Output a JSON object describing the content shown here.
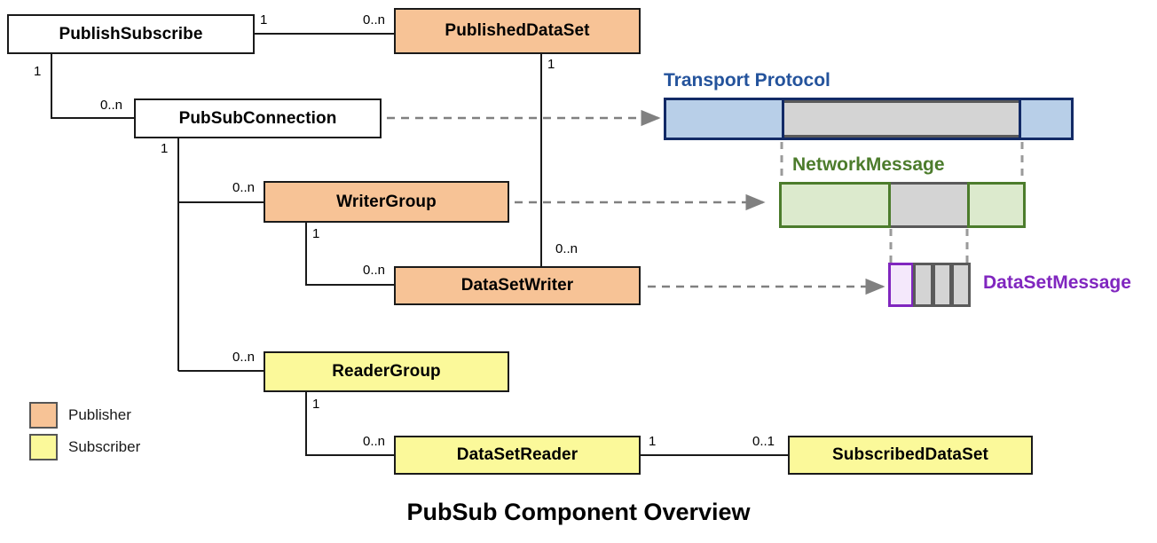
{
  "figure": {
    "title": "PubSub Component Overview"
  },
  "classes": {
    "publish_subscribe": "PublishSubscribe",
    "published_data_set": "PublishedDataSet",
    "pub_sub_connection": "PubSubConnection",
    "writer_group": "WriterGroup",
    "data_set_writer": "DataSetWriter",
    "reader_group": "ReaderGroup",
    "data_set_reader": "DataSetReader",
    "subscribed_data_set": "SubscribedDataSet"
  },
  "multiplicities": {
    "ps_to_pds_source": "1",
    "ps_to_pds_target": "0..n",
    "ps_to_conn_source": "1",
    "ps_to_conn_target": "0..n",
    "pds_to_dsw_source": "1",
    "pds_to_dsw_target": "0..n",
    "conn_to_wg_source": "1",
    "conn_to_wg_target": "0..n",
    "wg_to_dsw_source": "1",
    "wg_to_dsw_target": "0..n",
    "conn_to_rg_target": "0..n",
    "rg_to_dsr_source": "1",
    "rg_to_dsr_target": "0..n",
    "dsr_to_sds_source": "1",
    "dsr_to_sds_target": "0..1"
  },
  "captions": {
    "transport_protocol": "Transport Protocol",
    "network_message": "NetworkMessage",
    "data_set_message": "DataSetMessage"
  },
  "legend": {
    "items": [
      {
        "label": "Publisher",
        "color": "#f7c396"
      },
      {
        "label": "Subscriber",
        "color": "#fbf99a"
      }
    ]
  },
  "colors": {
    "publisher_fill": "#f7c396",
    "subscriber_fill": "#fbf99a",
    "transport_border": "#122a66",
    "transport_fill": "#b8cfe8",
    "network_border": "#4c7c2c",
    "network_fill": "#dceacd",
    "dsm_border": "#8026bf",
    "dsm_fill": "#f4e8fb",
    "payload_gray": "#d4d4d4",
    "line_black": "#1a1a1a",
    "dashed_gray": "#8a8a8a"
  }
}
